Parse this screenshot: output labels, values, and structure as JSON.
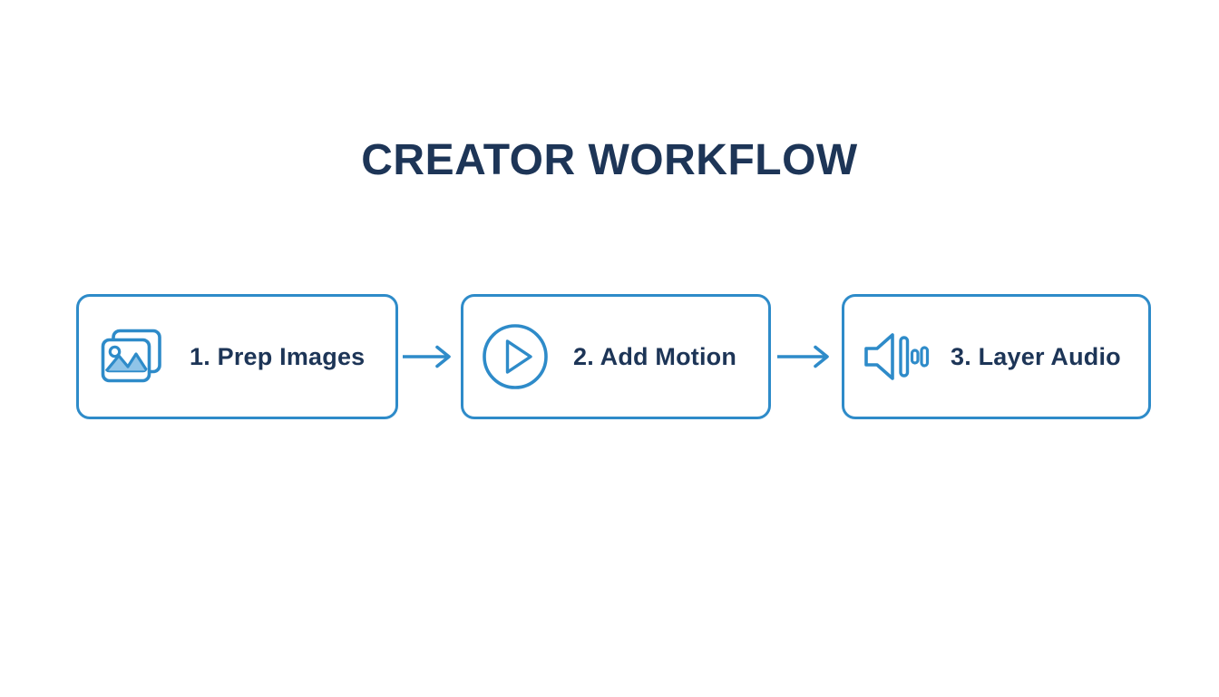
{
  "slide": {
    "title": "CREATOR WORKFLOW",
    "background_color": "#ffffff",
    "title_color": "#1d3557",
    "accent_color": "#2e8bc9",
    "icon_fill_color": "#8fc4e8"
  },
  "workflow": {
    "steps": [
      {
        "label": "1. Prep Images",
        "icon": "images-stack-icon"
      },
      {
        "label": "2. Add Motion",
        "icon": "play-circle-icon"
      },
      {
        "label": "3. Layer Audio",
        "icon": "speaker-volume-icon"
      }
    ],
    "connectors": [
      {
        "icon": "arrow-right-icon"
      },
      {
        "icon": "arrow-right-icon"
      }
    ]
  }
}
